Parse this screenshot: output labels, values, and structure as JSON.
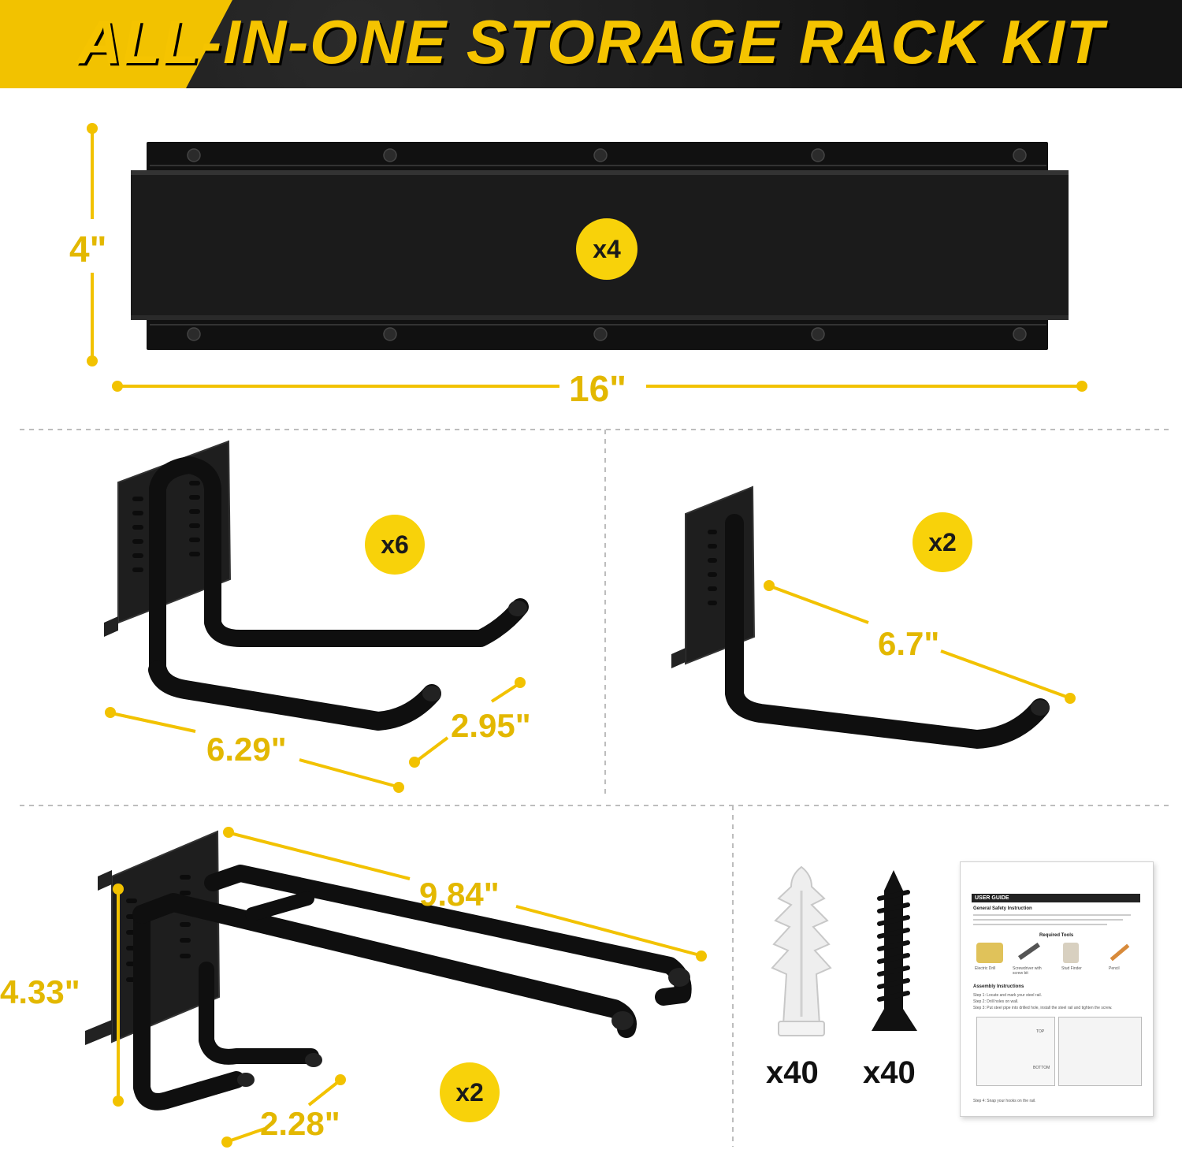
{
  "header": {
    "title": "ALL-IN-ONE STORAGE RACK KIT",
    "accent_color": "#f5c400",
    "background_color": "#1c1c1c"
  },
  "rail": {
    "quantity": "x4",
    "height_label": "4\"",
    "width_label": "16\""
  },
  "u_hook": {
    "quantity": "x6",
    "length_label": "6.29\"",
    "depth_label": "2.95\""
  },
  "straight_hook": {
    "quantity": "x2",
    "length_label": "6.7\""
  },
  "double_hook": {
    "quantity": "x2",
    "length_label": "9.84\"",
    "height_label": "4.33\"",
    "depth_label": "2.28\""
  },
  "hardware": {
    "anchor_quantity": "x40",
    "screw_quantity": "x40"
  },
  "manual": {
    "heading": "USER GUIDE",
    "safety_title": "General Safety Instruction",
    "tools_title": "Required Tools",
    "tools": [
      "Electric Drill",
      "Screwdriver with screw bit",
      "Stud Finder",
      "Pencil"
    ],
    "assembly_title": "Assembly Instructions",
    "steps": [
      "Step 1: Locate and mark your steel rail.",
      "Step 2: Drill holes on wall.",
      "Step 3: Put steel pipe into drilled hole, install the steel rail and tighten the screw.",
      "Step 4: Snap your hooks on the rail."
    ],
    "top_label": "TOP",
    "bottom_label": "BOTTOM"
  },
  "icons": [
    "rail-graphic",
    "u-hook-graphic",
    "straight-hook-graphic",
    "double-hook-graphic",
    "wall-anchor-icon",
    "screw-icon",
    "manual-icon"
  ]
}
